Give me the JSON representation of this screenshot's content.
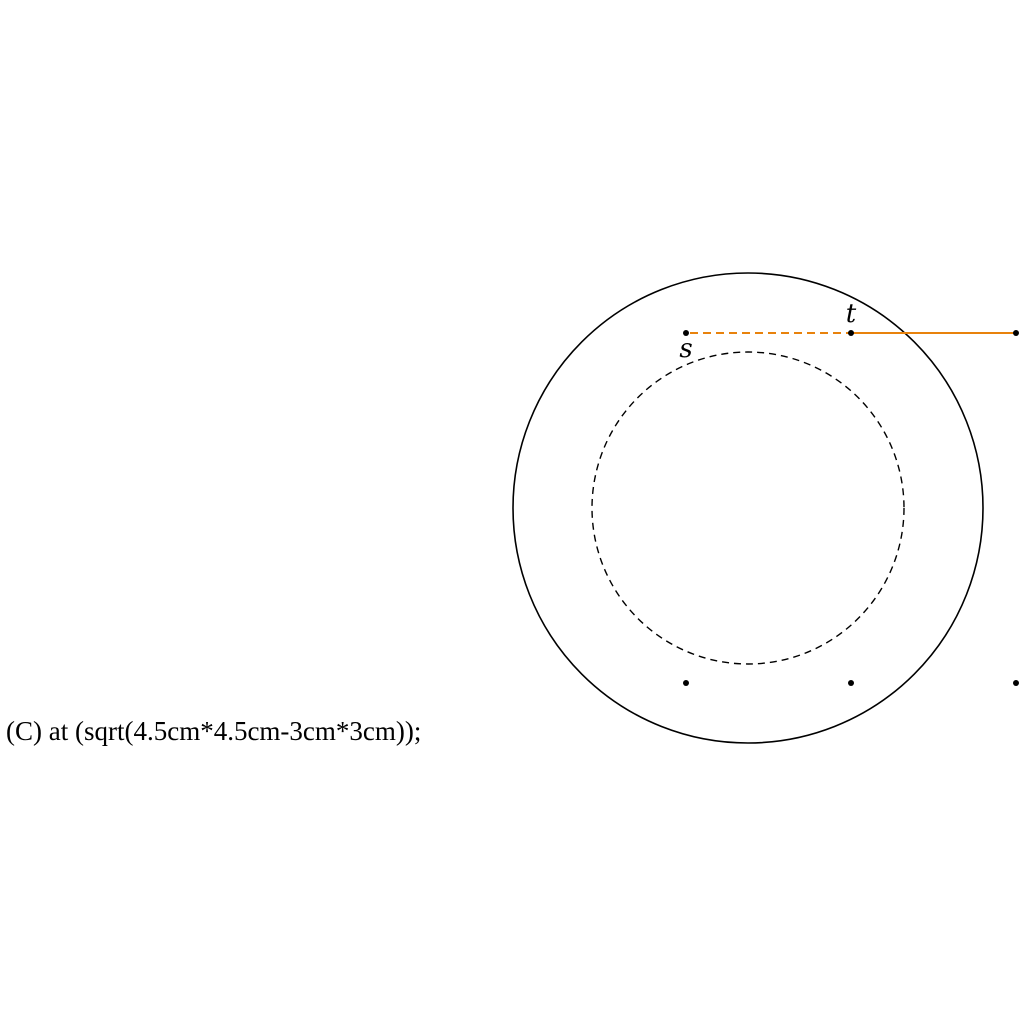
{
  "caption": "(C) at (sqrt(4.5cm*4.5cm-3cm*3cm));",
  "labels": {
    "s": "s",
    "t": "t"
  },
  "colors": {
    "orange": "#e8820c",
    "stroke": "#000000"
  }
}
